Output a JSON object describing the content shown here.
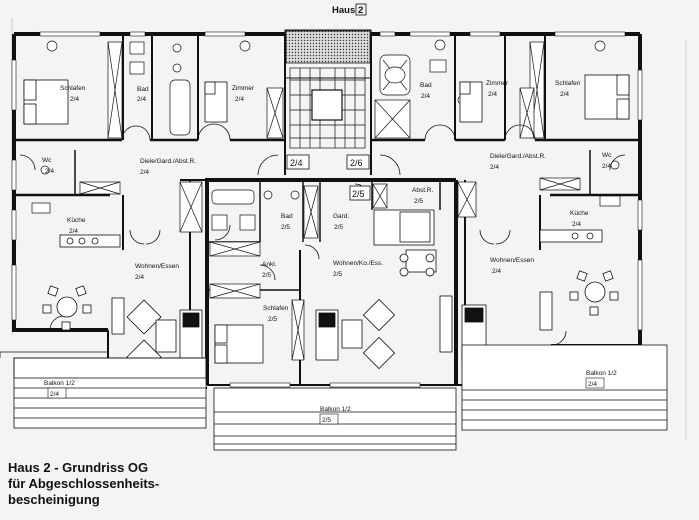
{
  "header": {
    "title_prefix": "Haus",
    "title_number": "2"
  },
  "caption": {
    "line1": "Haus 2 - Grundriss OG",
    "line2": "für Abgeschlossenheits-",
    "line3": "bescheinigung"
  },
  "rooms": {
    "schlafen_l": {
      "name": "Schlafen",
      "unit": "2/4"
    },
    "bad_l": {
      "name": "Bad",
      "unit": "2/4"
    },
    "zimmer_l": {
      "name": "Zimmer",
      "unit": "2/4"
    },
    "bad_r": {
      "name": "Bad",
      "unit": "2/4"
    },
    "zimmer_r": {
      "name": "Zimmer",
      "unit": "2/4"
    },
    "schlafen_r": {
      "name": "Schlafen",
      "unit": "2/4"
    },
    "wc_l": {
      "name": "Wc",
      "unit": "2/4"
    },
    "diele_l": {
      "name": "Diele/Gard./Abst.R.",
      "unit": "2/4"
    },
    "stair_a": {
      "unit": "2/4"
    },
    "stair_b": {
      "unit": "2/6"
    },
    "diele_r": {
      "name": "Diele/Gard./Abst.R.",
      "unit": "2/4"
    },
    "wc_r": {
      "name": "Wc",
      "unit": "2/4"
    },
    "kueche_l": {
      "name": "Küche",
      "unit": "2/4"
    },
    "bad_m": {
      "name": "Bad",
      "unit": "2/5"
    },
    "gard_m": {
      "name": "Gard.",
      "unit": "2/5"
    },
    "stair_c": {
      "unit": "2/5"
    },
    "abstr_m": {
      "name": "Abst.R.",
      "unit": "2/5"
    },
    "kueche_r": {
      "name": "Küche",
      "unit": "2/4"
    },
    "wohnen_l": {
      "name": "Wohnen/Essen",
      "unit": "2/4"
    },
    "ankl_m": {
      "name": "Ankl.",
      "unit": "2/5"
    },
    "wohnen_m": {
      "name": "Wohnen/Ko./Ess.",
      "unit": "2/5"
    },
    "wohnen_r": {
      "name": "Wohnen/Essen",
      "unit": "2/4"
    },
    "schlafen_m": {
      "name": "Schlafen",
      "unit": "2/5"
    },
    "balkon_l": {
      "name": "Balkon 1/2",
      "unit": "2/4"
    },
    "balkon_m": {
      "name": "Balkon 1/2",
      "unit": "2/5"
    },
    "balkon_r": {
      "name": "Balkon 1/2",
      "unit": "2/4"
    }
  }
}
